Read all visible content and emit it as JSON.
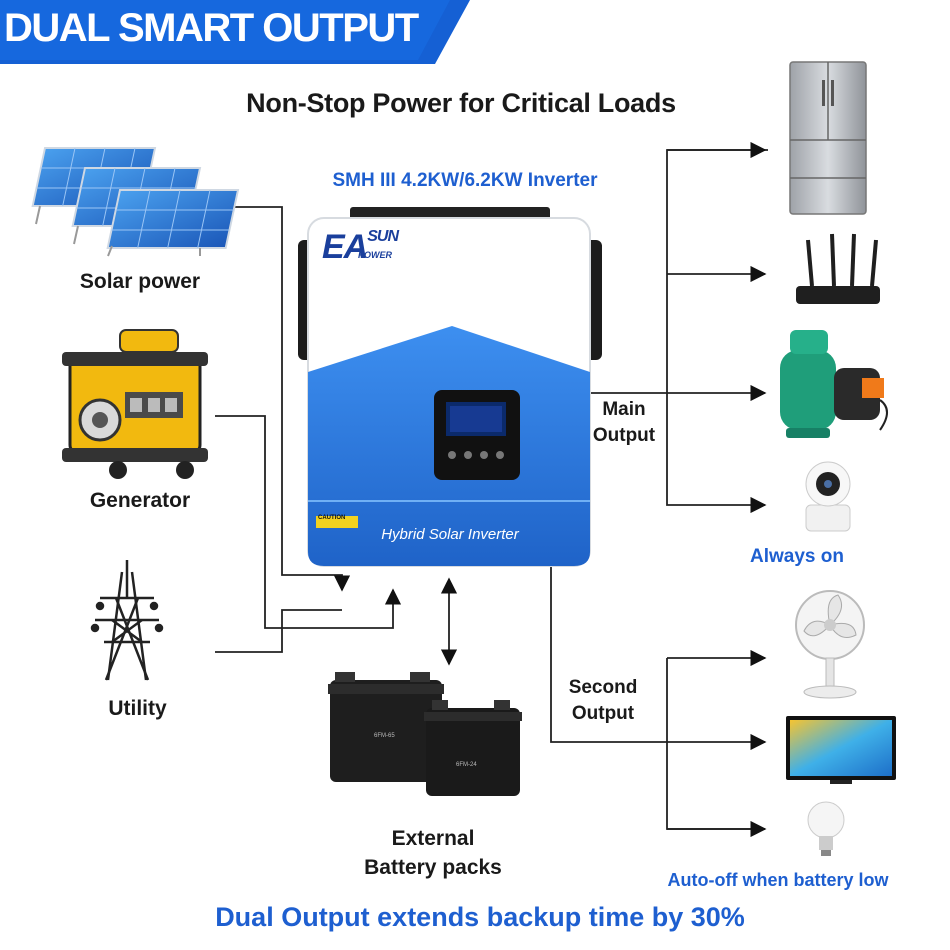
{
  "header": {
    "banner_title": "DUAL SMART OUTPUT",
    "subtitle": "Non-Stop Power for Critical Loads",
    "model": "SMH III 4.2KW/6.2KW Inverter"
  },
  "inverter": {
    "brand_main": "EA",
    "brand_sun": "SUN",
    "brand_power": "POWER",
    "panel_label": "Hybrid Solar Inverter",
    "caution_label": "CAUTION"
  },
  "inputs": [
    {
      "id": "solar",
      "label": "Solar power"
    },
    {
      "id": "generator",
      "label": "Generator"
    },
    {
      "id": "utility",
      "label": "Utility"
    }
  ],
  "battery": {
    "label_line1": "External",
    "label_line2": "Battery packs",
    "model_big": "6FM-65",
    "model_small": "6FM-24"
  },
  "outputs": {
    "main_line1": "Main",
    "main_line2": "Output",
    "main_note": "Always on",
    "second_line1": "Second",
    "second_line2": "Output",
    "second_note": "Auto-off when battery low"
  },
  "footer": "Dual Output extends backup time by 30%",
  "colors": {
    "brand_blue": "#1e5fd0",
    "banner_blue": "#1560d4",
    "inverter_blue": "#2f7fe0"
  },
  "icons": {
    "main_loads": [
      "refrigerator-icon",
      "router-icon",
      "water-pump-icon",
      "security-camera-icon"
    ],
    "second_loads": [
      "fan-icon",
      "television-icon",
      "light-bulb-icon"
    ]
  }
}
